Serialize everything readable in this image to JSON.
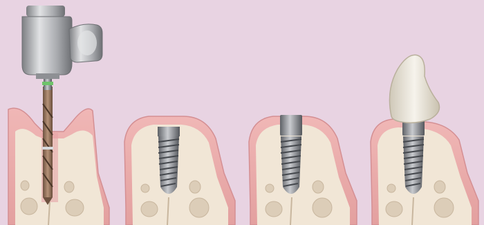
{
  "scene": {
    "background_color": "#e8d3e2",
    "panels": [
      {
        "step": "drilling",
        "tool": "surgical-drill-handpiece"
      },
      {
        "step": "implant-placed-submerged",
        "tool": "none"
      },
      {
        "step": "implant-with-healing-collar",
        "tool": "none"
      },
      {
        "step": "implant-with-crown",
        "tool": "none"
      }
    ],
    "palette": {
      "gum": "#e6a3a6",
      "gum_dark": "#cf7f86",
      "bone": "#f1e6d6",
      "bone_cavity": "#dccdb8",
      "implant_metal": "#8c8f95",
      "drill_bronze": "#9a7a62",
      "crown": "#ece7dc",
      "handpiece_metal": "#b8b8bb"
    }
  }
}
